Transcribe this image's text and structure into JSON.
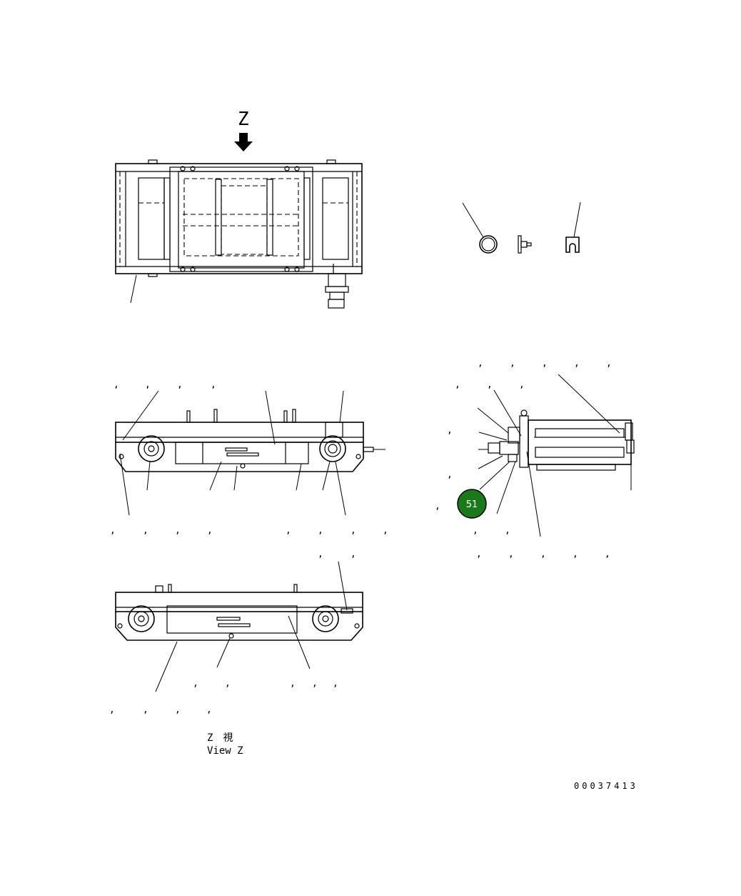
{
  "view_arrow_label": "Z",
  "view_caption_jp": "Z　視",
  "view_caption_en": "View Z",
  "drawing_number": "00037413",
  "callout": {
    "number": "51",
    "color": "#1a7a1a"
  },
  "separator": ","
}
